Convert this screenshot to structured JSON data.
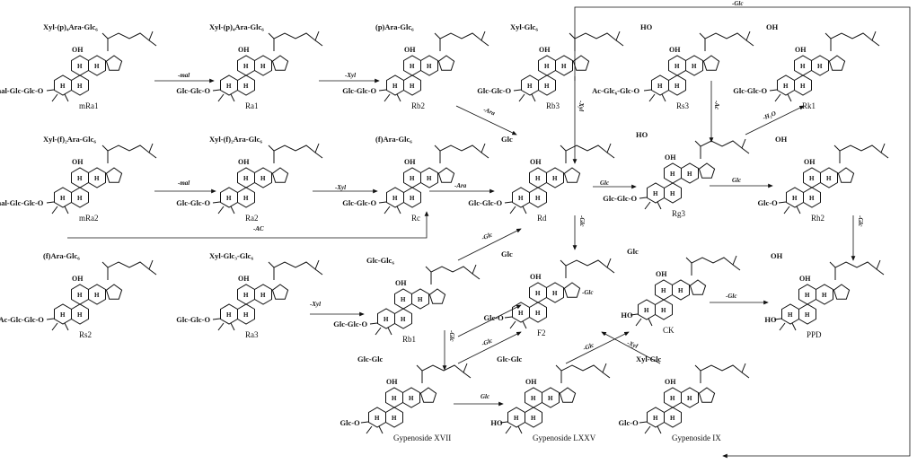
{
  "compounds": {
    "mRa1": {
      "name": "mRa1",
      "sugar_top": "Xyl-(p)₄Ara-Glc₆",
      "sugar_bottom": "mal-Glc-Glc-O"
    },
    "Ra1": {
      "name": "Ra1",
      "sugar_top": "Xyl-(p)₄Ara-Glc₆",
      "sugar_bottom": "Glc-Glc-O"
    },
    "Rb2": {
      "name": "Rb2",
      "sugar_top": "(p)Ara-Glc₆",
      "sugar_bottom": "Glc-Glc-O"
    },
    "Rb3": {
      "name": "Rb3",
      "sugar_top": "Xyl-Glc₆",
      "sugar_bottom": "Glc-Glc-O"
    },
    "Rs3": {
      "name": "Rs3",
      "sugar_top": "HO",
      "sugar_bottom": "Ac-Glc₆-Glc-O"
    },
    "Rk1": {
      "name": "Rk1",
      "sugar_top": "OH",
      "sugar_bottom": "Glc-Glc-O"
    },
    "mRa2": {
      "name": "mRa2",
      "sugar_top": "Xyl-(f)₂Ara-Glc₆",
      "sugar_bottom": "mal-Glc-Glc-O"
    },
    "Ra2": {
      "name": "Ra2",
      "sugar_top": "Xyl-(f)₂Ara-Glc₆",
      "sugar_bottom": "Glc-Glc-O"
    },
    "Rc": {
      "name": "Rc",
      "sugar_top": "(f)Ara-Glc₆",
      "sugar_bottom": "Glc-Glc-O"
    },
    "Rd": {
      "name": "Rd",
      "sugar_top": "Glc",
      "sugar_bottom": "Glc-Glc-O"
    },
    "Rg3": {
      "name": "Rg3",
      "sugar_top": "HO",
      "sugar_bottom": "Glc-Glc-O"
    },
    "Rh2": {
      "name": "Rh2",
      "sugar_top": "OH",
      "sugar_bottom": "Glc-O"
    },
    "Rs2": {
      "name": "Rs2",
      "sugar_top": "(f)Ara-Glc₆",
      "sugar_bottom": "Ac-Glc-Glc-O"
    },
    "Ra3": {
      "name": "Ra3",
      "sugar_top": "Xyl-Glc₃-Glc₆",
      "sugar_bottom": "Glc-Glc-O"
    },
    "Rb1": {
      "name": "Rb1",
      "sugar_top": "Glc-Glc₆",
      "sugar_bottom": "Glc-Glc-O"
    },
    "F2": {
      "name": "F2",
      "sugar_top": "Glc",
      "sugar_bottom": "Glc-O"
    },
    "CK": {
      "name": "CK",
      "sugar_top": "Glc",
      "sugar_bottom": "HO"
    },
    "PPD": {
      "name": "PPD",
      "sugar_top": "OH",
      "sugar_bottom": "HO"
    },
    "GypXVII": {
      "name": "Gypenoside XVII",
      "sugar_top": "Glc-Glc",
      "sugar_bottom": "Glc-O"
    },
    "GypLXXV": {
      "name": "Gypenoside LXXV",
      "sugar_top": "Glc-Glc",
      "sugar_bottom": "HO"
    },
    "GypIX": {
      "name": "Gypenoside IX",
      "sugar_top": "Xyl-Glc",
      "sugar_bottom": "Glc-O"
    }
  },
  "ring_labels": {
    "a": "H",
    "b": "H",
    "c": "H",
    "d": "H"
  },
  "oh_label": "OH",
  "arrows": {
    "top_glc": "-Glc",
    "mal_1": "-mal",
    "mal_2": "-mal",
    "xyl_1": "-Xyl",
    "xyl_2": "-Xyl",
    "xyl_3": "-Xyl",
    "xyl_4": "-Xyl",
    "ara_1": "-Ara",
    "ara_2": "-Ara",
    "ac_1": "-AC",
    "ac_2": "-Ac",
    "h2o": "-H₂O",
    "glc_rd_f2": "-Glc",
    "glc_rd_rg3": "Glc",
    "glc_rg3_rh2": "Glc",
    "glc_rh2_ppd": "-Glc",
    "glc_rb1_rd": "-Glc",
    "glc_f2": "-Glc",
    "glc_ck_ppd": "-Glc",
    "glc_rb1_xvii": "-Glc",
    "glc_xvii_f2": "-Glc",
    "glc_xvii_lxxv": "Glc",
    "glc_lxxv_ck": "-Glc"
  }
}
